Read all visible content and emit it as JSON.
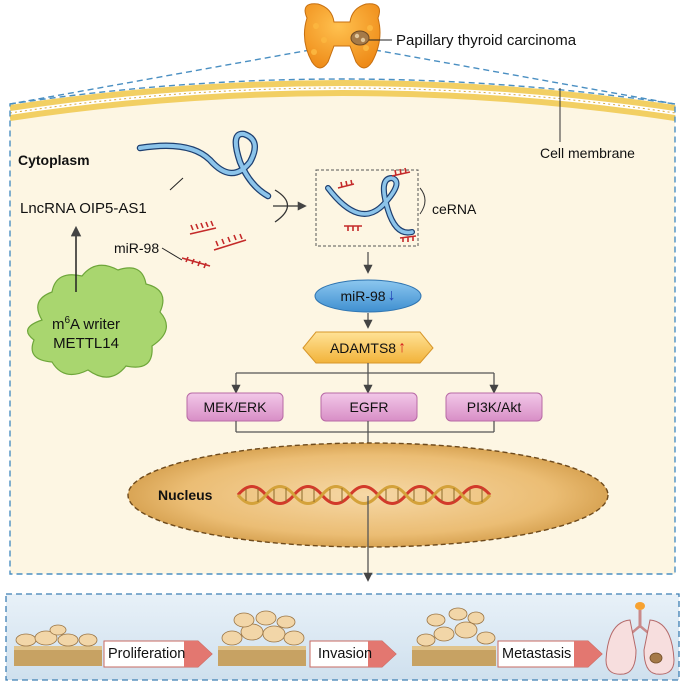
{
  "labels": {
    "top": "Papillary thyroid carcinoma",
    "cell_membrane": "Cell membrane",
    "cytoplasm": "Cytoplasm",
    "lncrna": "LncRNA OIP5-AS1",
    "mir98": "miR-98",
    "cerna": "ceRNA",
    "writer_line1_pre": "m",
    "writer_line1_sup": "6",
    "writer_line1_post": "A writer",
    "writer_line2": "METTL14",
    "nucleus": "Nucleus"
  },
  "nodes": {
    "mir98_down": "miR-98",
    "adamts8_up": "ADAMTS8",
    "pathways": [
      "MEK/ERK",
      "EGFR",
      "PI3K/Akt"
    ]
  },
  "regulation": {
    "mir98": "down",
    "adamts8": "up"
  },
  "outcomes": [
    "Proliferation",
    "Invasion",
    "Metastasis"
  ],
  "colors": {
    "cell_fill": "#fdf6e3",
    "membrane": "#f0ce63",
    "dashed_border": "#4a8fc2",
    "cloud": "#a8d56e",
    "mir_node": "#5fa6de",
    "adamts_node": "#f8cd5c",
    "pathway_node": "#e6a7d6",
    "nucleus": "#e9b96f",
    "dna_red": "#d23a2a",
    "dna_gold": "#d4a23a",
    "arrow_down": "#1f3fb5",
    "arrow_up": "#d62020",
    "thyroid": "#f7a230",
    "outcome_box": "#e37770"
  }
}
